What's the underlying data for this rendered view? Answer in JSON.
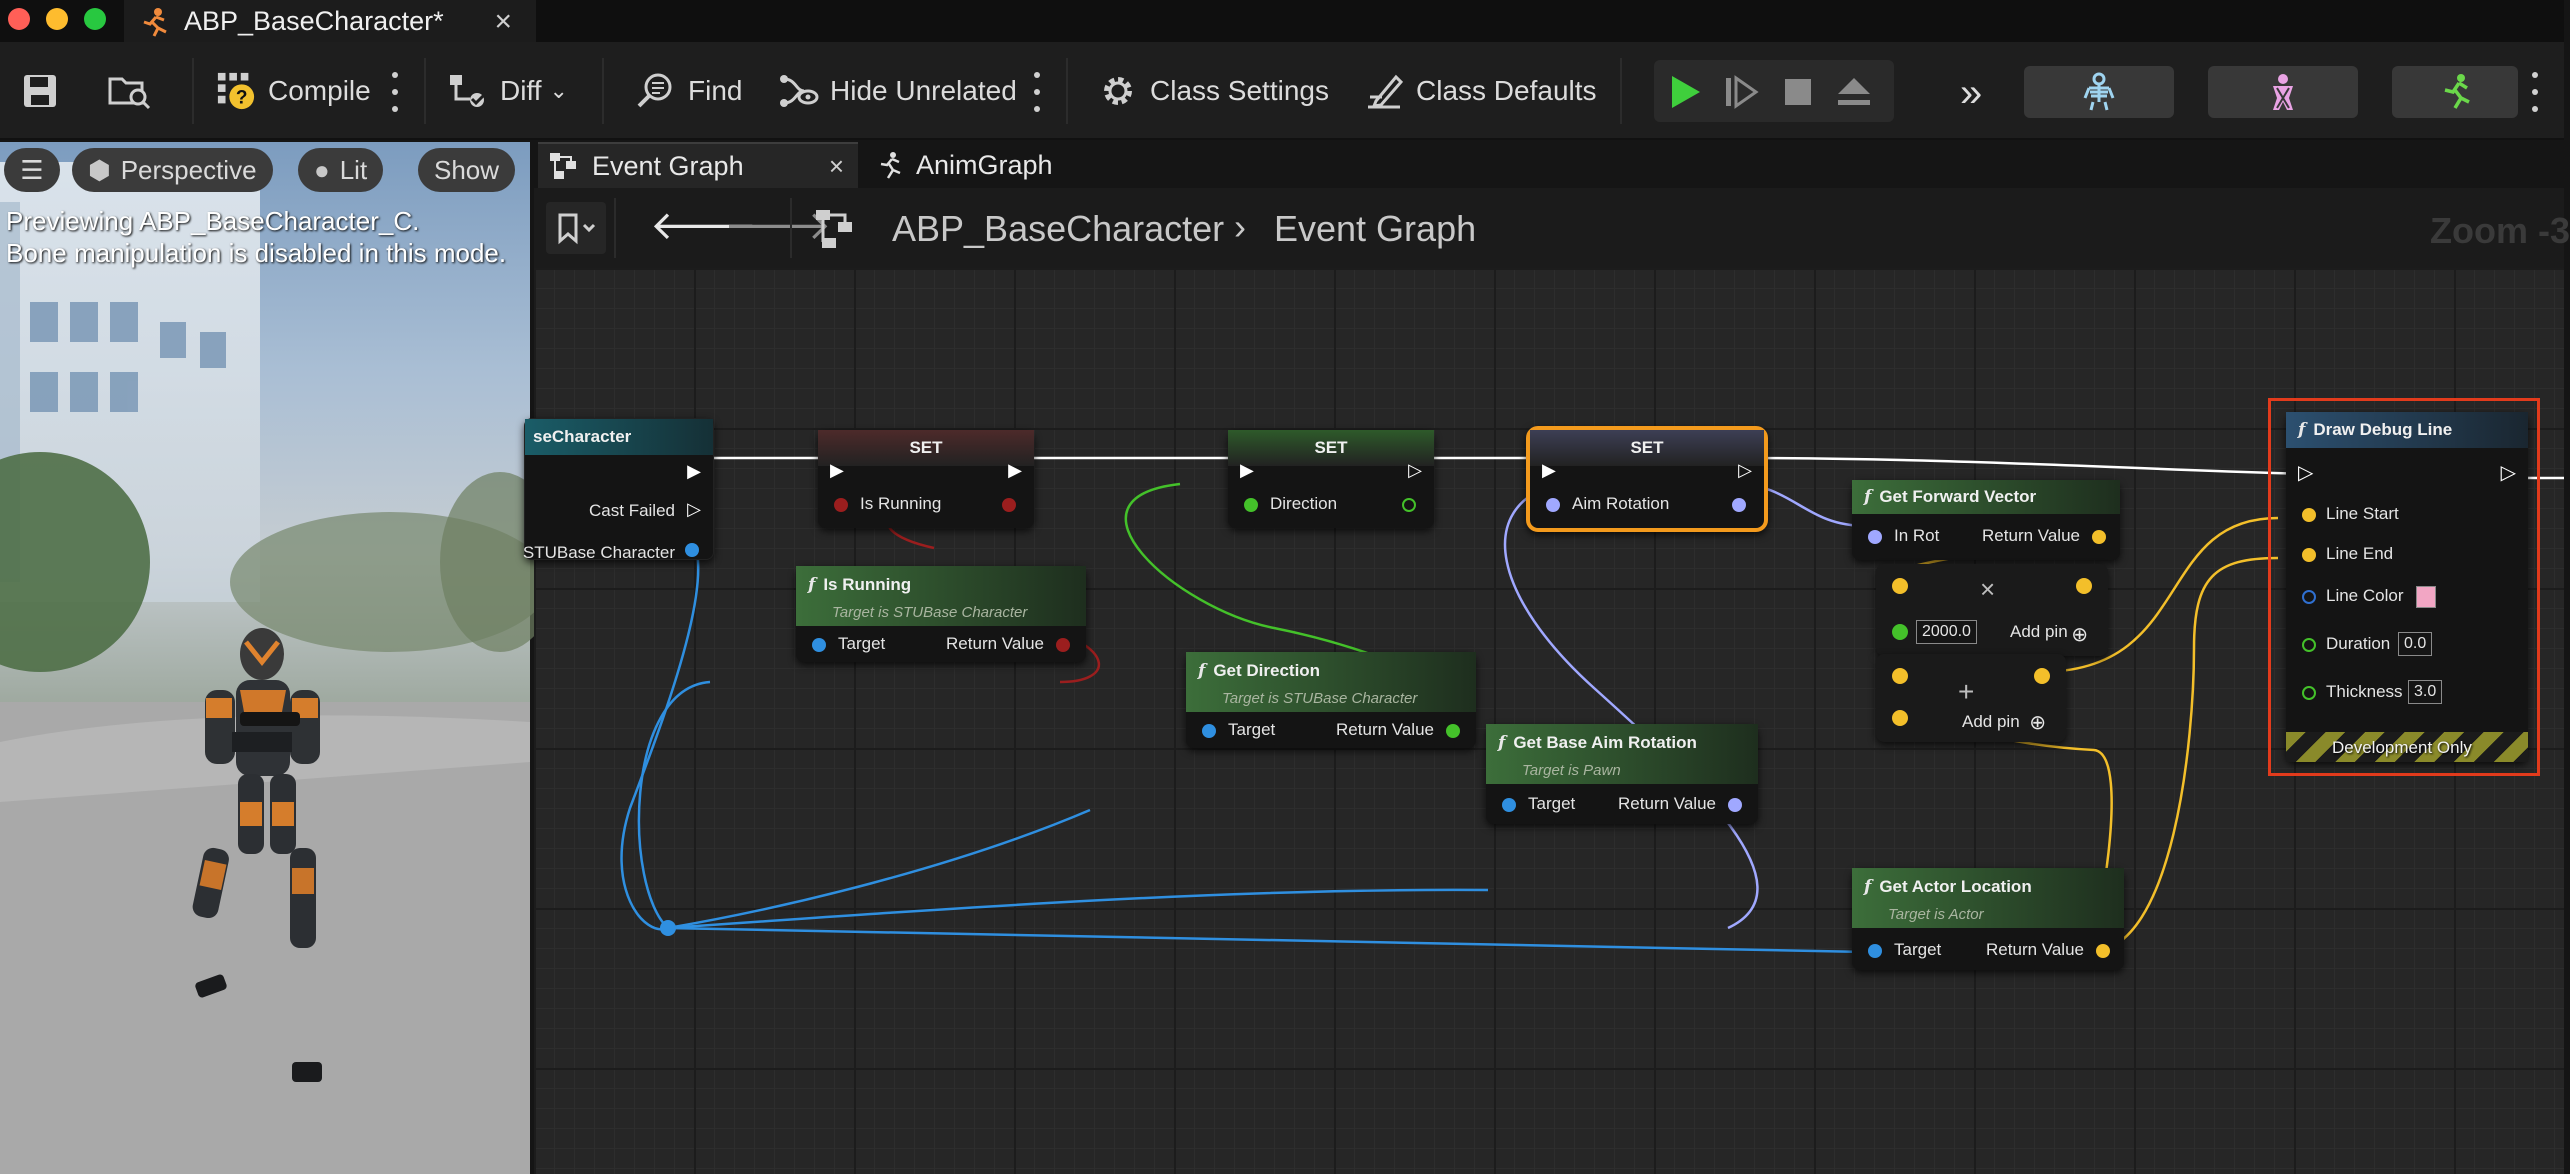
{
  "window": {
    "tab_title": "ABP_BaseCharacter*"
  },
  "toolbar": {
    "compile": "Compile",
    "diff": "Diff",
    "find": "Find",
    "hide_unrelated": "Hide Unrelated",
    "class_settings": "Class Settings",
    "class_defaults": "Class Defaults"
  },
  "viewport": {
    "perspective": "Perspective",
    "lit": "Lit",
    "show": "Show",
    "message_line1": "Previewing ABP_BaseCharacter_C.",
    "message_line2": "Bone manipulation is disabled in this mode."
  },
  "graph_tabs": [
    "Event Graph",
    "AnimGraph"
  ],
  "breadcrumb": {
    "root": "ABP_BaseCharacter",
    "current": "Event Graph",
    "zoom": "Zoom -3"
  },
  "nodes": {
    "cast": {
      "title": "seCharacter",
      "cast_failed": "Cast Failed",
      "output": "STUBase Character"
    },
    "set_running": {
      "title": "SET",
      "pin": "Is Running"
    },
    "set_direction": {
      "title": "SET",
      "pin": "Direction"
    },
    "set_aim": {
      "title": "SET",
      "pin": "Aim Rotation"
    },
    "is_running": {
      "title": "Is Running",
      "sub": "Target is STUBase Character",
      "in": "Target",
      "out": "Return Value"
    },
    "get_direction": {
      "title": "Get Direction",
      "sub": "Target is STUBase Character",
      "in": "Target",
      "out": "Return Value"
    },
    "get_aim": {
      "title": "Get Base Aim Rotation",
      "sub": "Target is Pawn",
      "in": "Target",
      "out": "Return Value"
    },
    "forward": {
      "title": "Get Forward Vector",
      "in": "In Rot",
      "out": "Return Value"
    },
    "multiply": {
      "value": "2000.0",
      "add_pin": "Add pin"
    },
    "add": {
      "add_pin": "Add pin"
    },
    "actor_loc": {
      "title": "Get Actor Location",
      "sub": "Target is Actor",
      "in": "Target",
      "out": "Return Value"
    },
    "debug_line": {
      "title": "Draw Debug Line",
      "line_start": "Line Start",
      "line_end": "Line End",
      "line_color": "Line Color",
      "duration": "Duration",
      "duration_value": "0.0",
      "thickness": "Thickness",
      "thickness_value": "3.0",
      "footer": "Development Only"
    }
  },
  "colors": {
    "exec": "#ffffff",
    "bool": "#9b1e1e",
    "float": "#44c12a",
    "rotator": "#a0a8ff",
    "object": "#2f8fe0",
    "vector": "#f3bf2a",
    "selection": "#f39a1d",
    "highlight": "#e23b1c"
  }
}
